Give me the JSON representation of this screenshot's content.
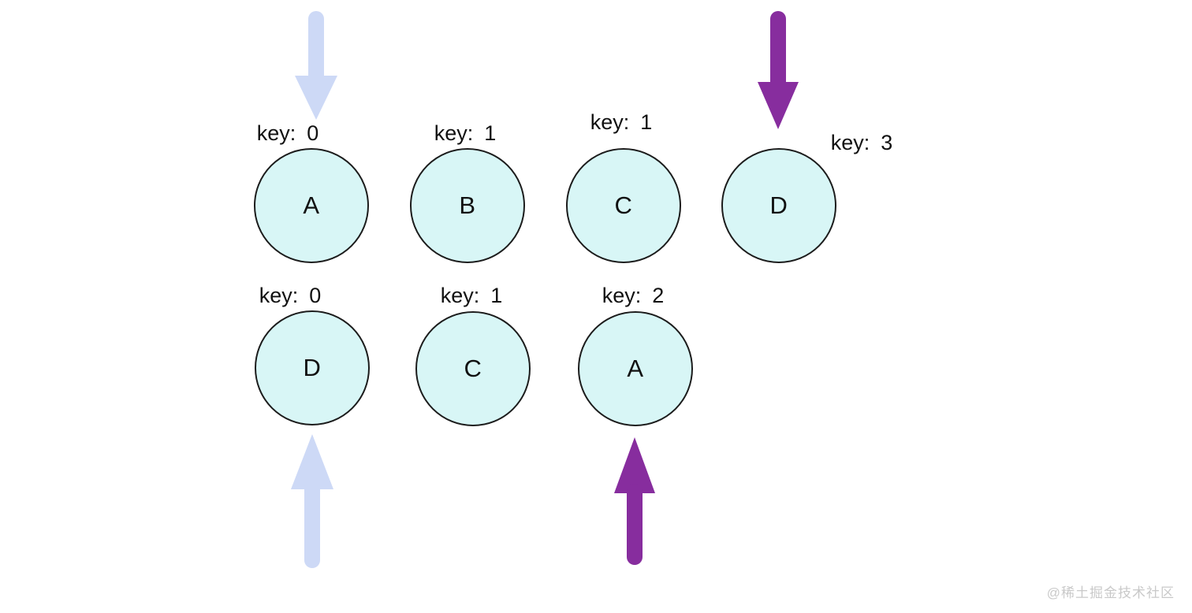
{
  "diagram": {
    "title_hint": "keyed-list-diff-diagram",
    "key_prefix": "key:",
    "old_list": [
      {
        "label": "A",
        "key": "0"
      },
      {
        "label": "B",
        "key": "1"
      },
      {
        "label": "C",
        "key": "1"
      },
      {
        "label": "D",
        "key": "3"
      }
    ],
    "new_list": [
      {
        "label": "D",
        "key": "0"
      },
      {
        "label": "C",
        "key": "1"
      },
      {
        "label": "A",
        "key": "2"
      }
    ],
    "colors": {
      "node_fill": "#d8f6f6",
      "node_stroke": "#1c1c1c",
      "arrow_light": "#cdd9f6",
      "arrow_purple": "#872d9e",
      "text": "#111111",
      "watermark": "#c9c9c9"
    }
  },
  "watermark": {
    "text": "@稀土掘金技术社区"
  }
}
